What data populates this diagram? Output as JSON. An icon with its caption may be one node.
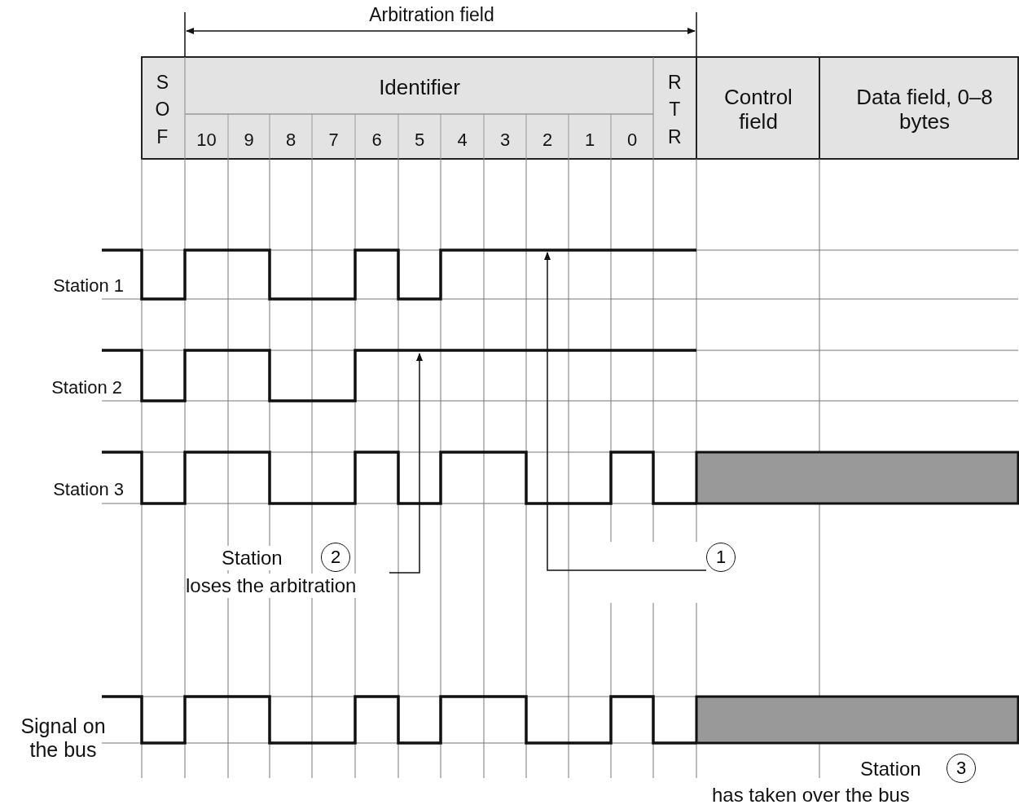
{
  "diagram": {
    "nodes": [
      {
        "text": [
          "Station",
          "2",
          "loses the arbitration"
        ]
      },
      {
        "text": [
          "1"
        ]
      },
      {
        "text": [
          "Station",
          "3",
          "has taken over the bus"
        ]
      }
    ],
    "edges": [
      {
        "from": 0,
        "to": null,
        "arrow": "to"
      },
      {
        "from": 1,
        "to": null,
        "arrow": "to"
      }
    ],
    "labels": [
      "Arbitration field",
      "SOF",
      "Identifier",
      "10",
      "9",
      "8",
      "7",
      "6",
      "5",
      "4",
      "3",
      "2",
      "1",
      "0",
      "RTR",
      "Control field",
      "Data field, 0–8 bytes",
      "Station 1",
      "Station 2",
      "Station 3",
      "Signal on the bus"
    ]
  }
}
